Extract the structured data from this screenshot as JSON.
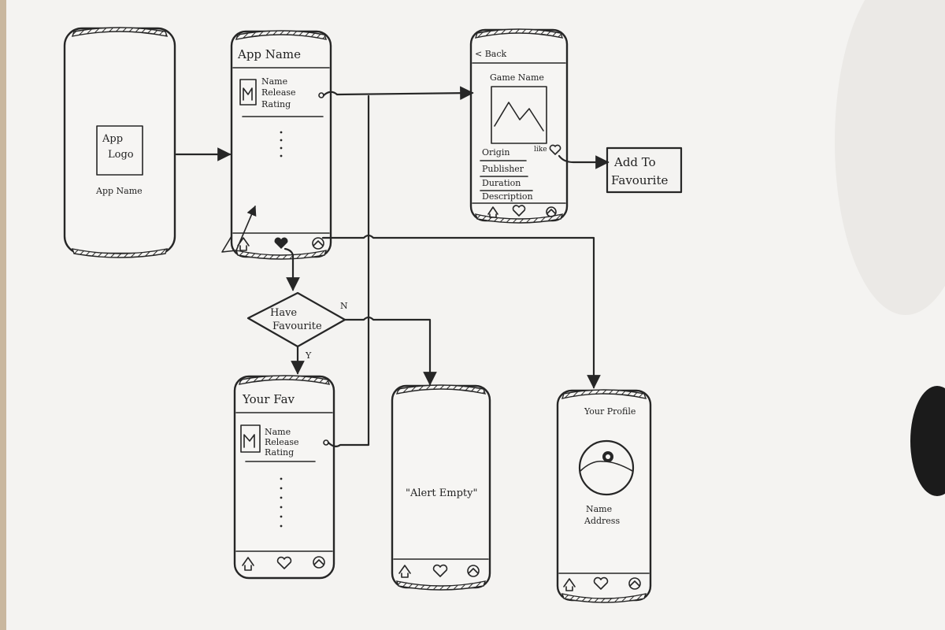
{
  "colors": {
    "paper": "#f4f3f1",
    "ink": "#262626"
  },
  "splash": {
    "logo_line1": "App",
    "logo_line2": "Logo",
    "app_name": "App Name"
  },
  "home": {
    "title": "App Name",
    "item": {
      "name": "Name",
      "release": "Release",
      "rating": "Rating"
    },
    "nav_icons": [
      "home-icon",
      "heart-icon",
      "profile-icon"
    ]
  },
  "detail": {
    "back": "< Back",
    "game_name": "Game Name",
    "fields": [
      "Origin",
      "Publisher",
      "Duration",
      "Description"
    ],
    "like": "like"
  },
  "add_favourite": {
    "line1": "Add To",
    "line2": "Favourite"
  },
  "decision": {
    "line1": "Have",
    "line2": "Favourite",
    "no": "N",
    "yes": "Y"
  },
  "favorites": {
    "title": "Your Fav",
    "item": {
      "name": "Name",
      "release": "Release",
      "rating": "Rating"
    }
  },
  "empty": {
    "alert": "\"Alert Empty\""
  },
  "profile": {
    "title": "Your Profile",
    "name": "Name",
    "address": "Address"
  }
}
